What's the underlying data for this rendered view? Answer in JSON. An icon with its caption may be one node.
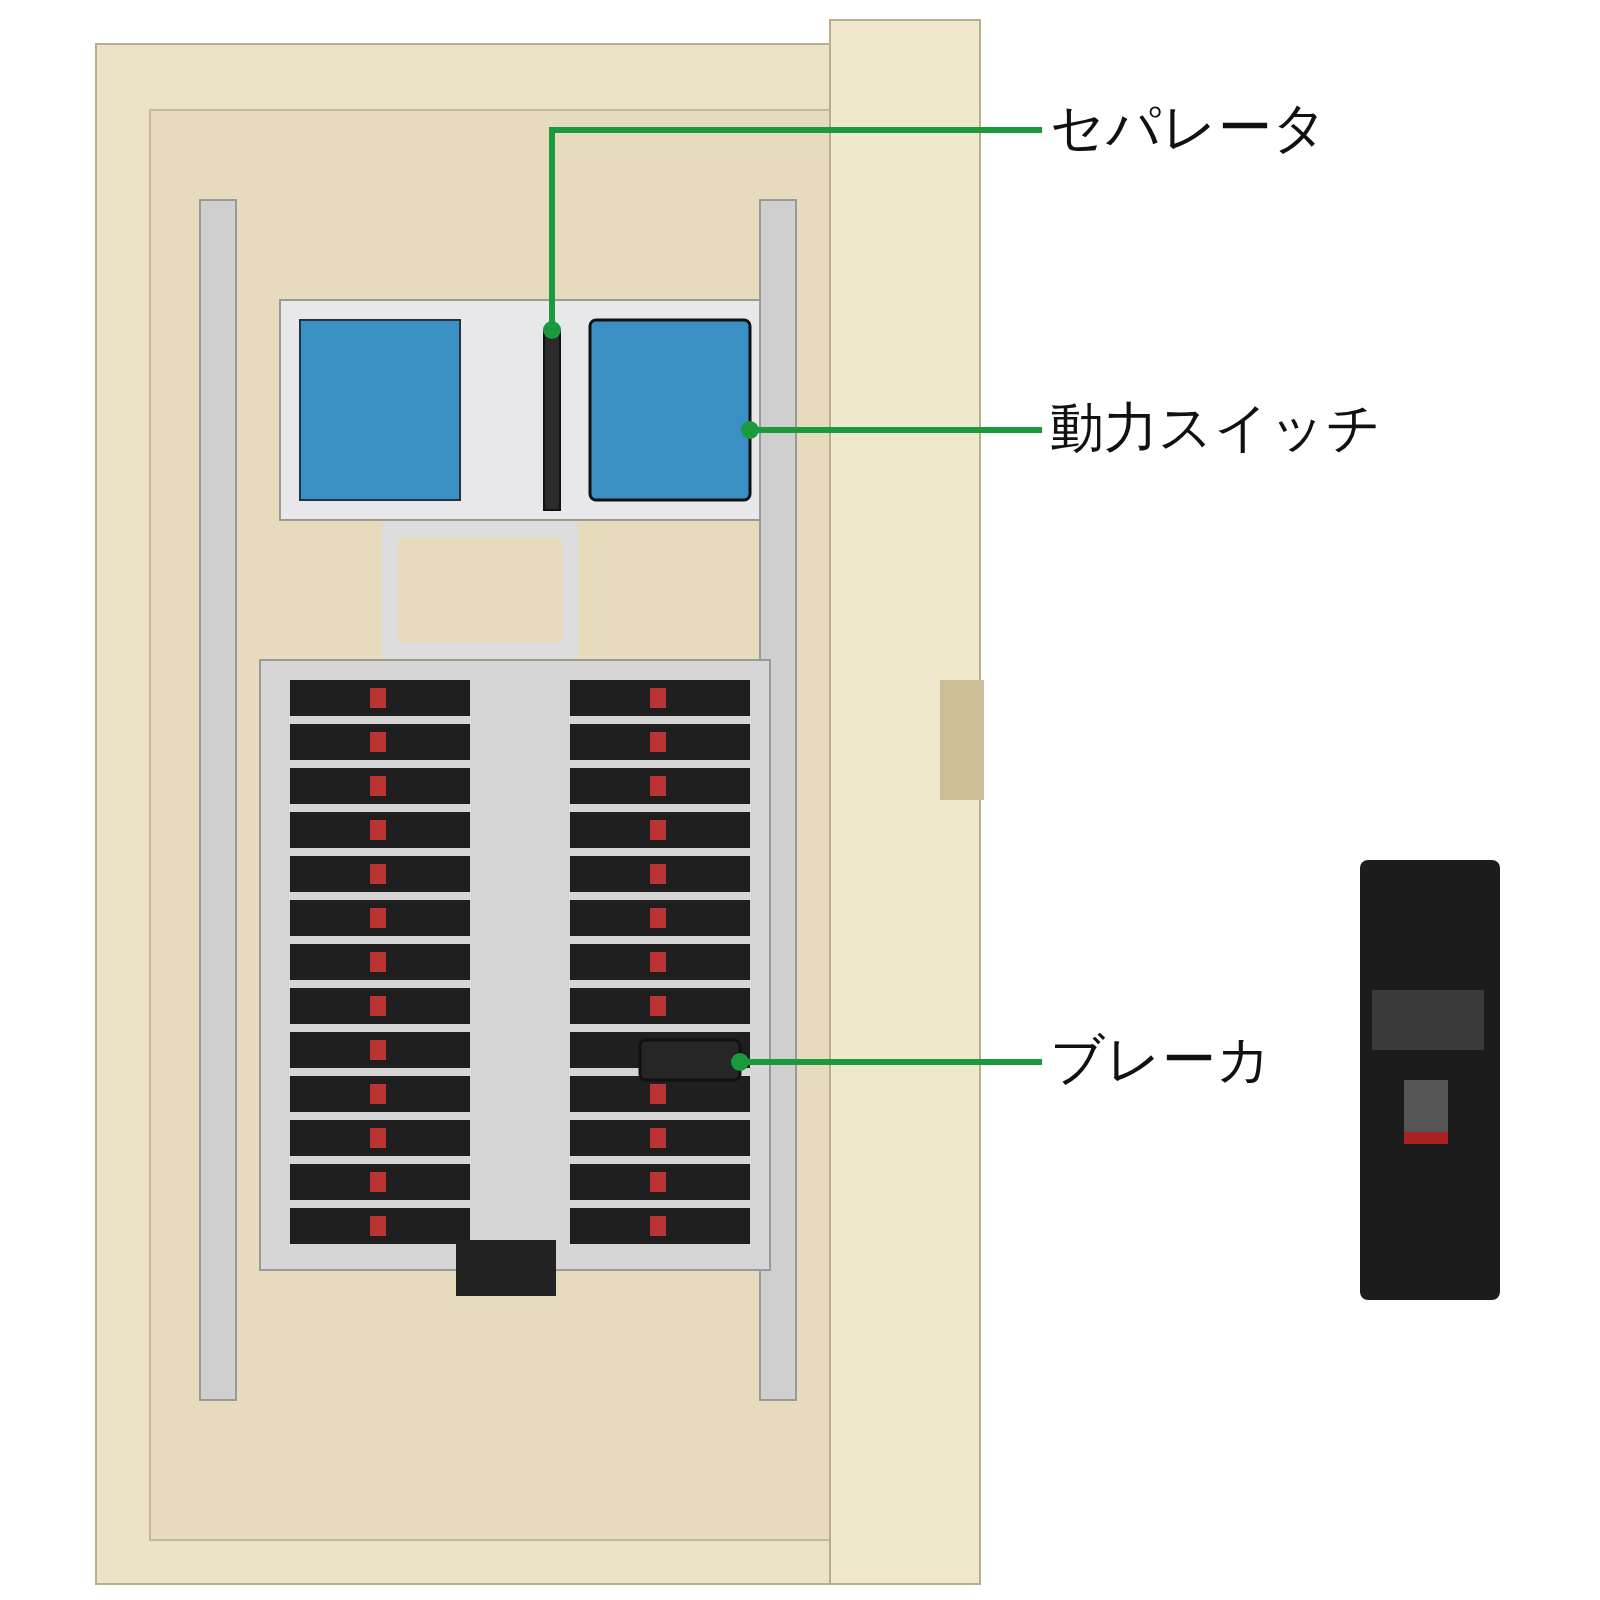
{
  "diagram": {
    "nodes": [
      {
        "text": [
          "セパレータ"
        ]
      },
      {
        "text": [
          "動力スイッチ"
        ]
      },
      {
        "text": [
          "ブレーカ"
        ]
      },
      {
        "text": [],
        "shape": "bar"
      },
      {
        "text": [],
        "shape": "box"
      },
      {
        "text": [],
        "shape": "box"
      }
    ],
    "edges": [
      {
        "from": 0,
        "to": 3,
        "arrow": "other"
      },
      {
        "from": 1,
        "to": 4,
        "arrow": "other"
      },
      {
        "from": 2,
        "to": 5,
        "arrow": "other"
      }
    ]
  }
}
